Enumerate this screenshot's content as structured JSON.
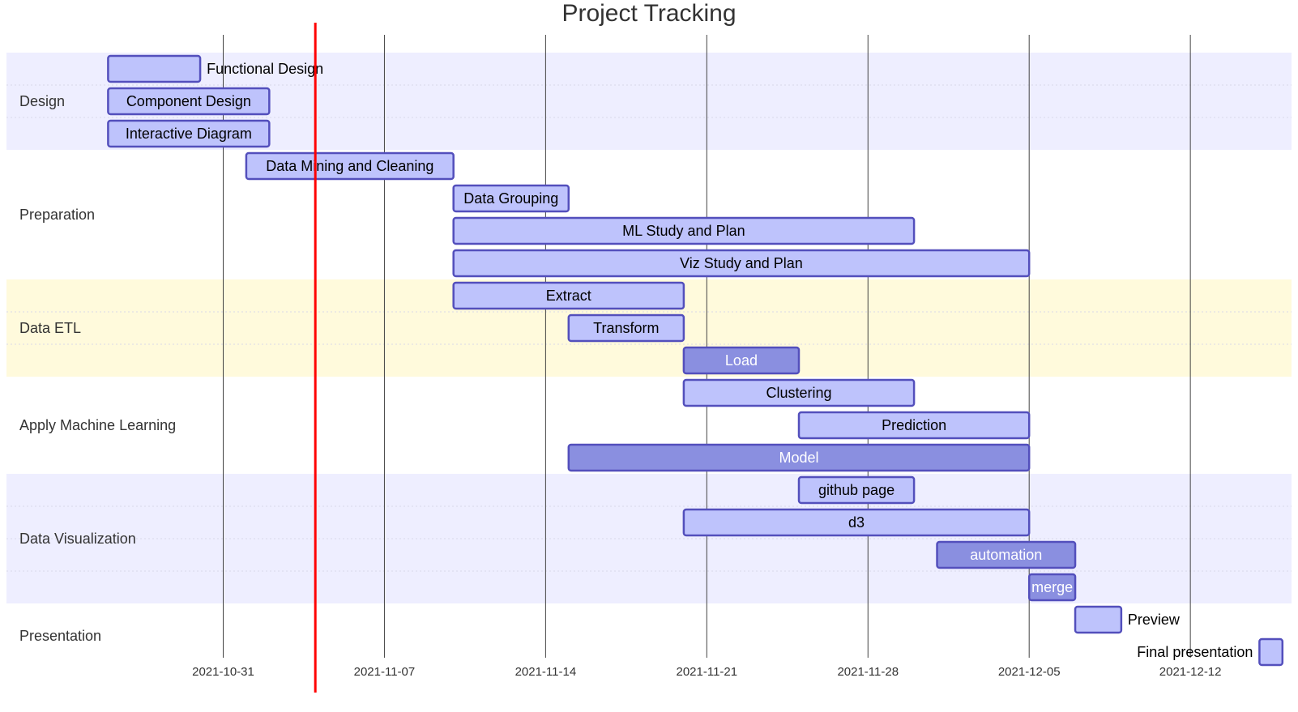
{
  "chart_data": {
    "type": "gantt",
    "title": "Project Tracking",
    "x_axis": {
      "ticks": [
        "2021-10-31",
        "2021-11-07",
        "2021-11-14",
        "2021-11-21",
        "2021-11-28",
        "2021-12-05",
        "2021-12-12"
      ],
      "range": [
        "2021-10-25T12:00",
        "2021-12-16"
      ]
    },
    "today_marker": "2021-11-04",
    "colors": {
      "task_fill": "#bec3fc",
      "task_stroke": "#534fbc",
      "active_fill": "#8a8fe0",
      "today_line": "#ff0000",
      "section_band_a": "#eeeeff",
      "section_band_b": "#fffadc",
      "grid": "#444444"
    },
    "sections": [
      {
        "name": "Design",
        "band": "a",
        "tasks": [
          {
            "label": "Functional Design",
            "start": "2021-10-26",
            "end": "2021-10-30",
            "label_outside": true
          },
          {
            "label": "Component Design",
            "start": "2021-10-26",
            "end": "2021-11-02"
          },
          {
            "label": "Interactive Diagram",
            "start": "2021-10-26",
            "end": "2021-11-02"
          }
        ]
      },
      {
        "name": "Preparation",
        "band": "none",
        "tasks": [
          {
            "label": "Data Mining and Cleaning",
            "start": "2021-11-01",
            "end": "2021-11-10"
          },
          {
            "label": "Data Grouping",
            "start": "2021-11-10",
            "end": "2021-11-15"
          },
          {
            "label": "ML Study and Plan",
            "start": "2021-11-10",
            "end": "2021-11-30"
          },
          {
            "label": "Viz Study and Plan",
            "start": "2021-11-10",
            "end": "2021-12-05"
          }
        ]
      },
      {
        "name": "Data ETL",
        "band": "b",
        "tasks": [
          {
            "label": "Extract",
            "start": "2021-11-10",
            "end": "2021-11-20"
          },
          {
            "label": "Transform",
            "start": "2021-11-15",
            "end": "2021-11-20"
          },
          {
            "label": "Load",
            "start": "2021-11-20",
            "end": "2021-11-25",
            "active": true
          }
        ]
      },
      {
        "name": "Apply Machine Learning",
        "band": "none",
        "tasks": [
          {
            "label": "Clustering",
            "start": "2021-11-20",
            "end": "2021-11-30"
          },
          {
            "label": "Prediction",
            "start": "2021-11-25",
            "end": "2021-12-05"
          },
          {
            "label": "Model",
            "start": "2021-11-15",
            "end": "2021-12-05",
            "active": true
          }
        ]
      },
      {
        "name": "Data Visualization",
        "band": "a",
        "tasks": [
          {
            "label": "github page",
            "start": "2021-11-25",
            "end": "2021-11-30"
          },
          {
            "label": "d3",
            "start": "2021-11-20",
            "end": "2021-12-05"
          },
          {
            "label": "automation",
            "start": "2021-12-01",
            "end": "2021-12-07",
            "active": true
          },
          {
            "label": "merge",
            "start": "2021-12-05",
            "end": "2021-12-07",
            "active": true
          }
        ]
      },
      {
        "name": "Presentation",
        "band": "none",
        "tasks": [
          {
            "label": "Preview",
            "start": "2021-12-07",
            "end": "2021-12-09",
            "label_outside": true
          },
          {
            "label": "Final presentation",
            "start": "2021-12-15",
            "end": "2021-12-16",
            "label_outside": "left"
          }
        ]
      }
    ]
  }
}
